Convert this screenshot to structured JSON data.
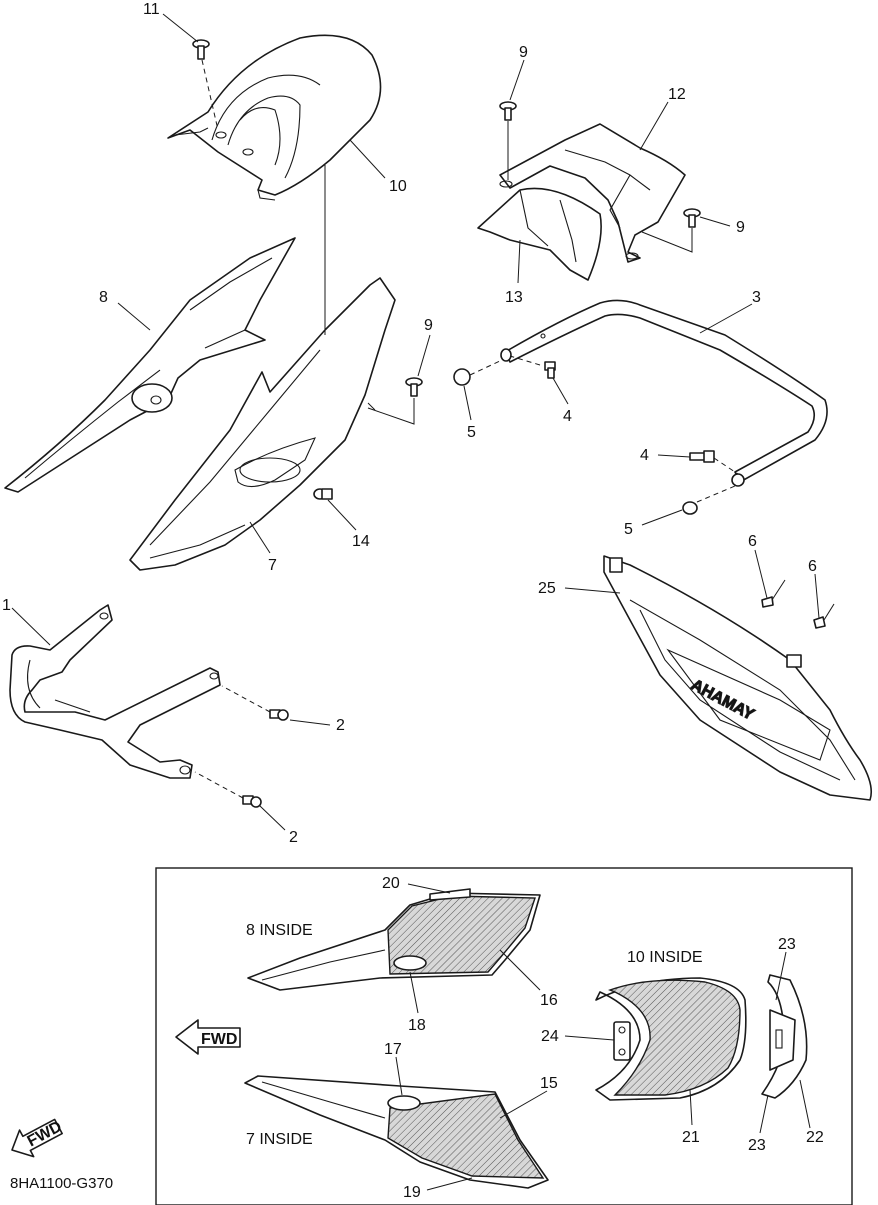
{
  "callouts": [
    {
      "id": "c11",
      "text": "11"
    },
    {
      "id": "c10",
      "text": "10"
    },
    {
      "id": "c9a",
      "text": "9"
    },
    {
      "id": "c12",
      "text": "12"
    },
    {
      "id": "c9b",
      "text": "9"
    },
    {
      "id": "c13",
      "text": "13"
    },
    {
      "id": "c8",
      "text": "8"
    },
    {
      "id": "c9c",
      "text": "9"
    },
    {
      "id": "c3",
      "text": "3"
    },
    {
      "id": "c5a",
      "text": "5"
    },
    {
      "id": "c4a",
      "text": "4"
    },
    {
      "id": "c4b",
      "text": "4"
    },
    {
      "id": "c14",
      "text": "14"
    },
    {
      "id": "c7",
      "text": "7"
    },
    {
      "id": "c5b",
      "text": "5"
    },
    {
      "id": "c6a",
      "text": "6"
    },
    {
      "id": "c6b",
      "text": "6"
    },
    {
      "id": "c25",
      "text": "25"
    },
    {
      "id": "c1",
      "text": "1"
    },
    {
      "id": "c2a",
      "text": "2"
    },
    {
      "id": "c2b",
      "text": "2"
    },
    {
      "id": "c20",
      "text": "20"
    },
    {
      "id": "c16",
      "text": "16"
    },
    {
      "id": "c18",
      "text": "18"
    },
    {
      "id": "c23a",
      "text": "23"
    },
    {
      "id": "c24",
      "text": "24"
    },
    {
      "id": "c21",
      "text": "21"
    },
    {
      "id": "c22",
      "text": "22"
    },
    {
      "id": "c23b",
      "text": "23"
    },
    {
      "id": "c17",
      "text": "17"
    },
    {
      "id": "c15",
      "text": "15"
    },
    {
      "id": "c19",
      "text": "19"
    }
  ],
  "inset_labels": {
    "inside_8": "8 INSIDE",
    "inside_10": "10 INSIDE",
    "inside_7": "7 INSIDE"
  },
  "fwd_label": "FWD",
  "fwd_label_small": "FWD",
  "emblem_text": "AHAMAY",
  "drawing_code": "8HA1100-G370"
}
